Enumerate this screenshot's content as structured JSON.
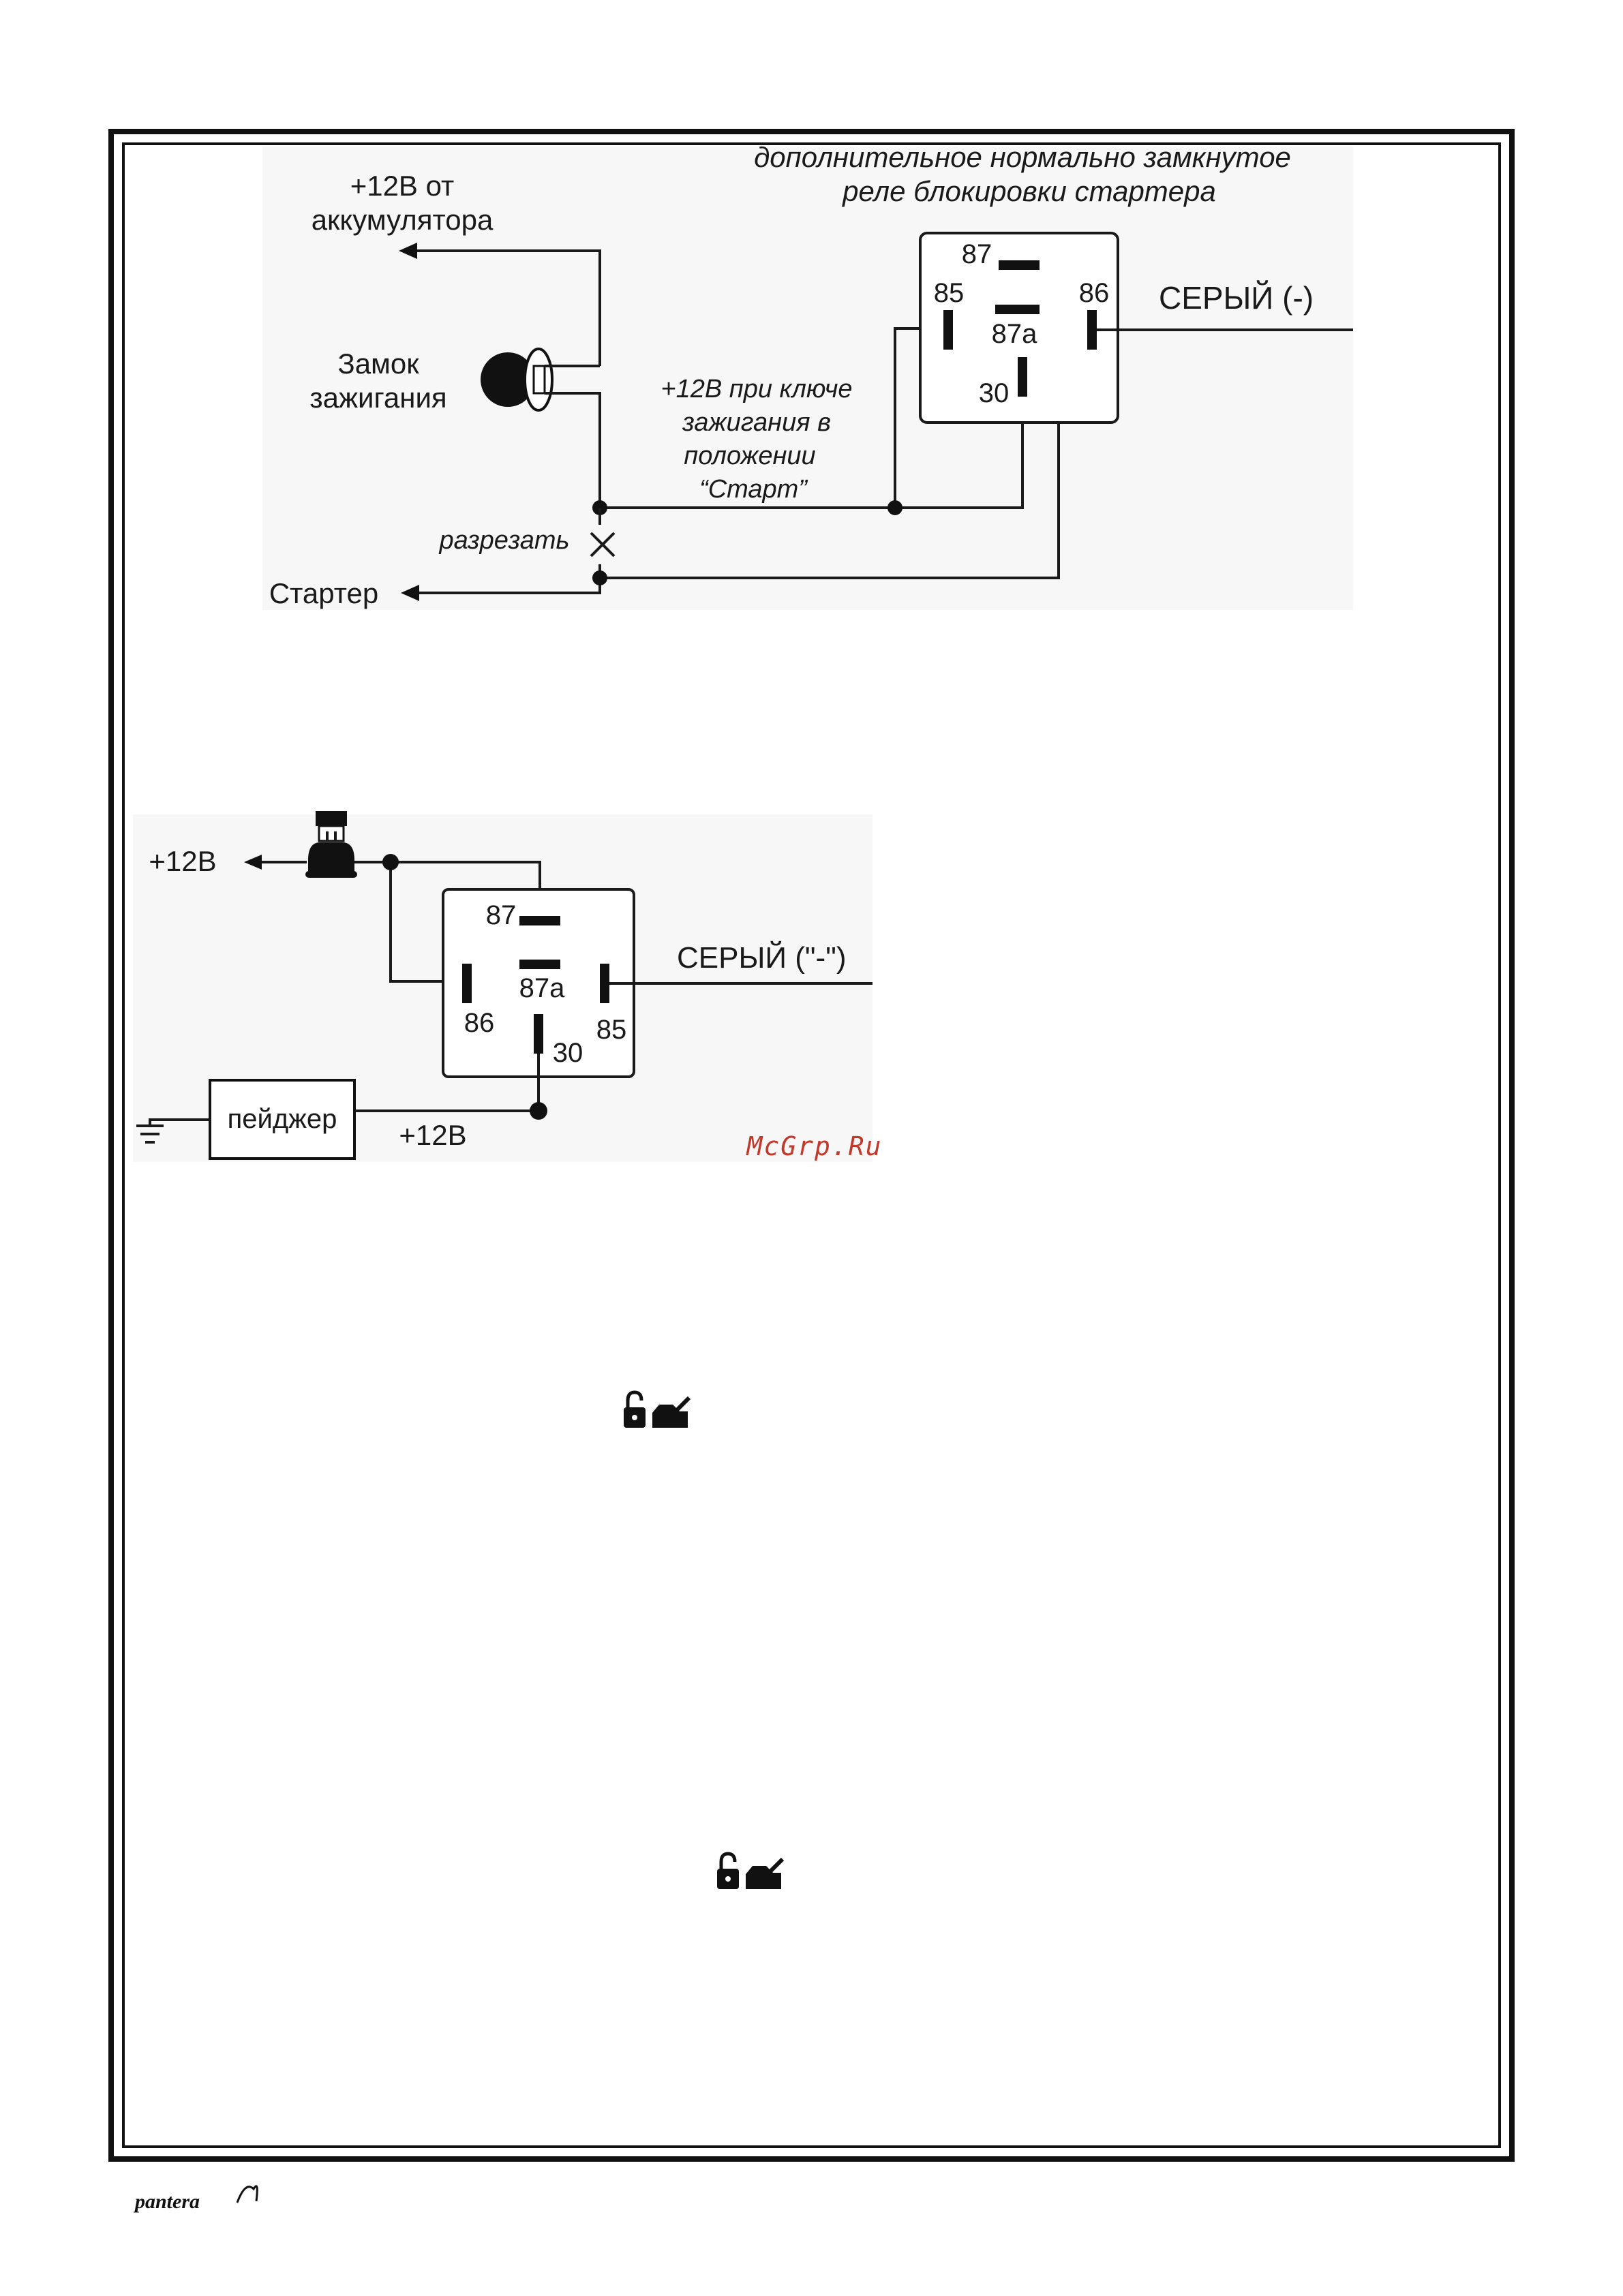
{
  "diagram1": {
    "caption_line1": "дополнительное нормально замкнутое",
    "caption_line2": "реле блокировки стартера",
    "battery_line1": "+12В от",
    "battery_line2": "аккумулятора",
    "ignition_line1": "Замок",
    "ignition_line2": "зажигания",
    "start_note_line1": "+12В при ключе",
    "start_note_line2": "зажигания в",
    "start_note_line3": "положении",
    "start_note_line4": "“Старт”",
    "cut_label": "разрезать",
    "starter_label": "Стартер",
    "gray_wire_label": "СЕРЫЙ (-)",
    "pins": {
      "p87": "87",
      "p85": "85",
      "p86": "86",
      "p87a": "87a",
      "p30": "30"
    }
  },
  "diagram2": {
    "supply_label": "+12В",
    "gray_wire_label": "СЕРЫЙ (\"-\")",
    "pager_label": "пейджер",
    "pager_supply_label": "+12В",
    "pins": {
      "p87": "87",
      "p87a": "87a",
      "p86": "86",
      "p85": "85",
      "p30": "30"
    }
  },
  "watermark": "McGrp.Ru",
  "footer_logo": "pantera",
  "icons": [
    "unlock-trunk-icon",
    "unlock-trunk-icon"
  ],
  "colors": {
    "ink": "#111111",
    "watermark": "#c0392b",
    "background": "#ffffff"
  }
}
